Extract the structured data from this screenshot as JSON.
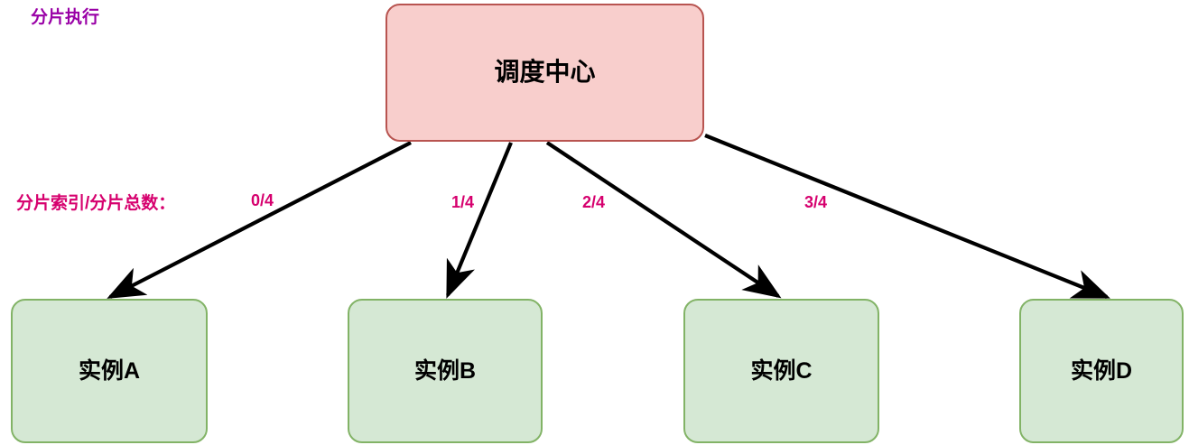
{
  "diagram": {
    "title_label": "分片执行",
    "legend_label": "分片索引/分片总数：",
    "scheduler": {
      "label": "调度中心"
    },
    "instances": [
      {
        "label": "实例A",
        "shard": "0/4"
      },
      {
        "label": "实例B",
        "shard": "1/4"
      },
      {
        "label": "实例C",
        "shard": "2/4"
      },
      {
        "label": "实例D",
        "shard": "3/4"
      }
    ],
    "colors": {
      "scheduler_fill": "#f8cecc",
      "scheduler_border": "#b85450",
      "instance_fill": "#d5e8d4",
      "instance_border": "#82b366",
      "title_text": "#9900a6",
      "legend_text": "#d6006e",
      "edge": "#000000",
      "node_text": "#000000",
      "background": "#ffffff"
    }
  }
}
